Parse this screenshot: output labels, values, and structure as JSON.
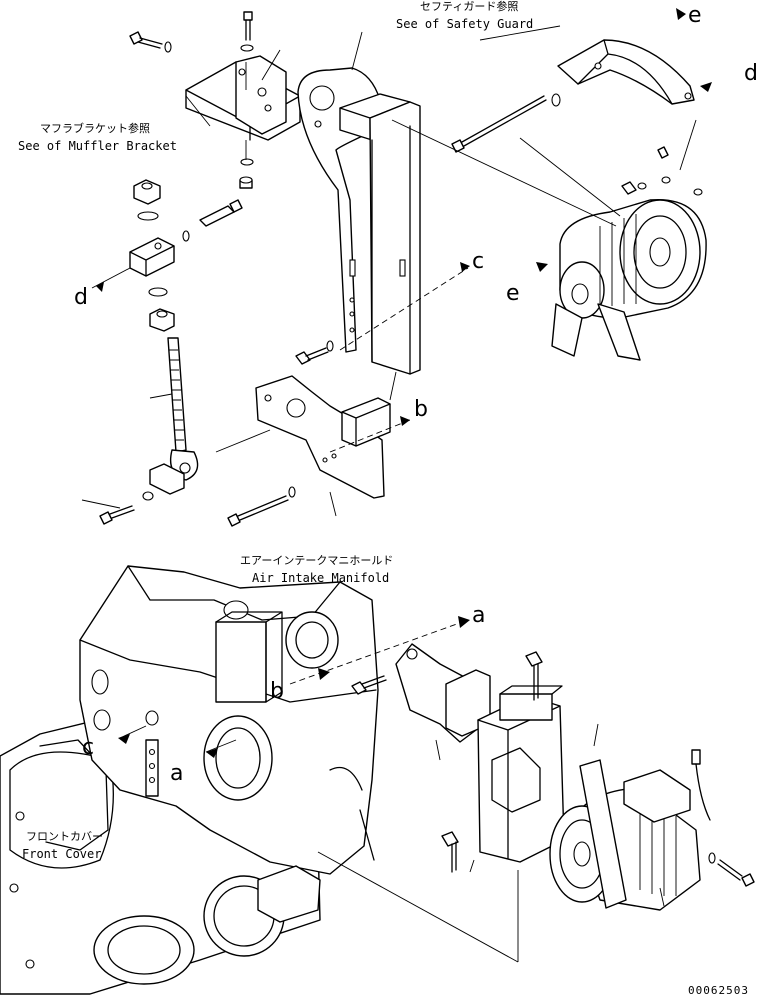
{
  "labels": {
    "safety_guard_jp": "セフティガード参照",
    "safety_guard_en": "See of Safety Guard",
    "muffler_jp": "マフラブラケット参照",
    "muffler_en": "See of Muffler Bracket",
    "intake_jp": "エアーインテークマニホールド",
    "intake_en": "Air Intake Manifold",
    "front_jp": "フロントカバー",
    "front_en": "Front Cover"
  },
  "callouts": {
    "a": "a",
    "b": "b",
    "c": "c",
    "d": "d",
    "e": "e"
  },
  "drawing_code": "00062503"
}
